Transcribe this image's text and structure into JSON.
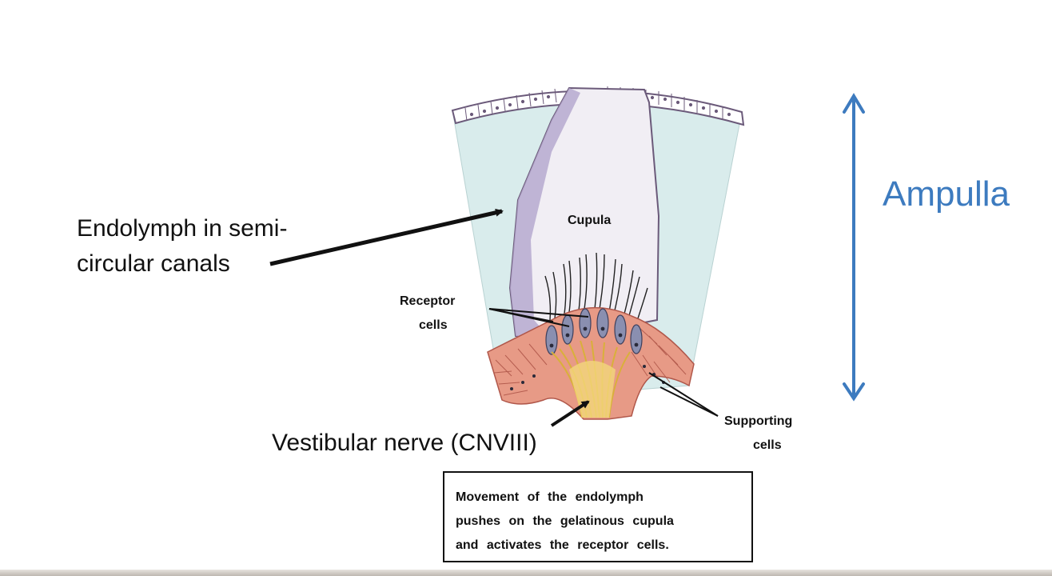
{
  "figure": {
    "cupula_label": "Cupula",
    "receptor_label_line1": "Receptor",
    "receptor_label_line2": "cells",
    "supporting_label_line1": "Supporting",
    "supporting_label_line2": "cells"
  },
  "annotations": {
    "endolymph_line1": "Endolymph in semi-",
    "endolymph_line2": "circular canals",
    "nerve": "Vestibular nerve (CNVIII)",
    "ampulla": "Ampulla"
  },
  "caption": {
    "line1": "Movement of the endolymph",
    "line2": "pushes on the gelatinous cupula",
    "line3": "and activates the receptor cells."
  },
  "colors": {
    "endolymph_fill": "#d9ecec",
    "cupula_fill": "#f1eef4",
    "cupula_edge": "#a79bc4",
    "tissue": "#e79a86",
    "nerve": "#f2d77a",
    "ampulla_arrow": "#3d7bbf"
  }
}
